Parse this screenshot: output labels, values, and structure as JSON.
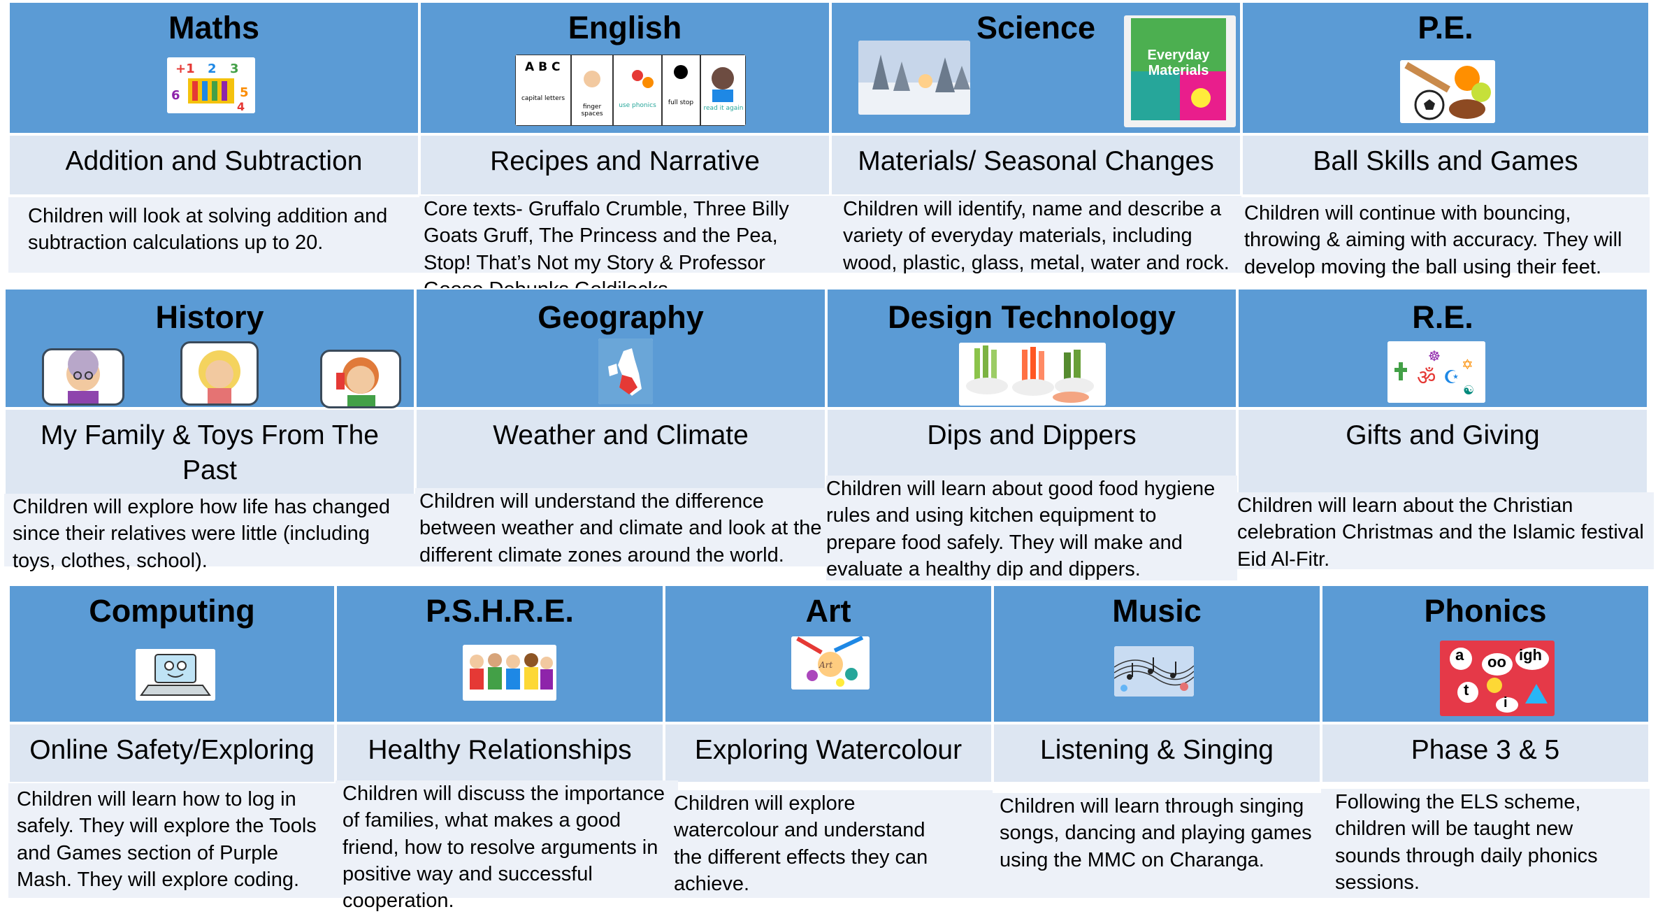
{
  "rows": [
    {
      "subjects": [
        {
          "title": "Maths",
          "topic": "Addition and Subtraction",
          "description": "Children will look at solving addition and subtraction calculations up to 20."
        },
        {
          "title": "English",
          "topic": "Recipes and Narrative",
          "description": "Core texts- Gruffalo Crumble, Three Billy Goats Gruff, The Princess and the Pea, Stop! That’s Not my Story & Professor Goose Debunks Goldilocks.",
          "image_labels": [
            "A B C",
            "capital letters",
            "finger spaces",
            "use phonics",
            "full stop",
            "read it again"
          ]
        },
        {
          "title": "Science",
          "topic": "Materials/ Seasonal Changes",
          "description": "Children will identify, name and describe a variety of everyday materials, including wood, plastic, glass, metal, water and rock.",
          "book_title": "Everyday Materials"
        },
        {
          "title": "P.E.",
          "topic": "Ball Skills and Games",
          "description": "Children will continue with bouncing, throwing & aiming with accuracy. They will develop moving the ball using their feet."
        }
      ]
    },
    {
      "subjects": [
        {
          "title": "History",
          "topic": "My Family & Toys From The Past",
          "description": "Children will explore how life has changed since their relatives were little (including toys, clothes, school)."
        },
        {
          "title": "Geography",
          "topic": "Weather and Climate",
          "description": "Children will understand the difference between weather and climate and look at the different climate zones around the world."
        },
        {
          "title": "Design Technology",
          "topic": "Dips and Dippers",
          "description": "Children will learn about good food hygiene rules and using kitchen equipment to prepare food safely. They will make and evaluate a healthy dip and dippers."
        },
        {
          "title": "R.E.",
          "topic": "Gifts and Giving",
          "description": "Children will learn about the Christian celebration Christmas and the Islamic festival Eid Al-Fitr."
        }
      ]
    },
    {
      "subjects": [
        {
          "title": "Computing",
          "topic": "Online Safety/Exploring",
          "description": "Children will learn how to log in safely. They will explore the Tools and Games section of Purple Mash. They will explore coding."
        },
        {
          "title": "P.S.H.R.E.",
          "topic": "Healthy Relationships",
          "description": "Children will discuss the importance of families, what makes a good friend, how to resolve arguments in a positive way and successful cooperation."
        },
        {
          "title": "Art",
          "topic": "Exploring Watercolour",
          "description": "Children will explore watercolour and understand the different effects they can achieve."
        },
        {
          "title": "Music",
          "topic": "Listening & Singing",
          "description": "Children will learn through singing songs, dancing and playing games using the MMC on Charanga."
        },
        {
          "title": "Phonics",
          "topic": "Phase 3 & 5",
          "description": "Following the ELS scheme, children will be taught new sounds through daily phonics sessions.",
          "image_labels": [
            "a",
            "oo",
            "igh",
            "t",
            "i"
          ]
        }
      ]
    }
  ],
  "colors": {
    "header": "#5b9bd5",
    "topic": "#dde6f2",
    "description": "#edf1f8"
  }
}
